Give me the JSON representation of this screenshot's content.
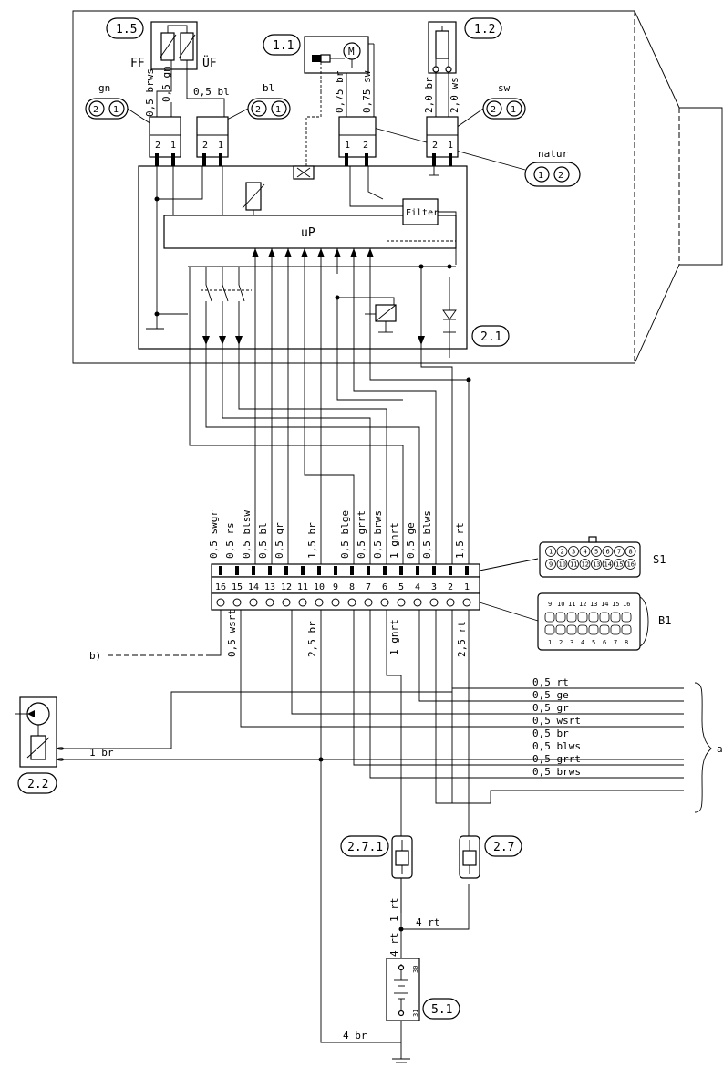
{
  "components": {
    "c1_5": "1.5",
    "c1_1": "1.1",
    "c1_2": "1.2",
    "c2_1": "2.1",
    "c2_2": "2.2",
    "c2_7_1": "2.7.1",
    "c2_7": "2.7",
    "c5_1": "5.1"
  },
  "labels": {
    "ff": "FF",
    "uf": "ÜF",
    "gn": "gn",
    "bl": "bl",
    "sw": "sw",
    "natur": "natur",
    "motor": "M",
    "filter": "Filter",
    "up": "uP",
    "s1": "S1",
    "b1": "B1",
    "a": "a",
    "b": "b)",
    "term30": "30",
    "term31": "31",
    "pin1": "1",
    "pin2": "2"
  },
  "upper_wires": {
    "w_05brws": "0,5 brws",
    "w_05gn": "0,5 gn",
    "w_05bl": "0,5 bl",
    "w_075br": "0,75 br",
    "w_075sw": "0,75 sw",
    "w_20br": "2,0 br",
    "w_20ws": "2,0 ws"
  },
  "connector_top_labels": [
    "0,5 swgr",
    "0,5 rs",
    "0,5 blsw",
    "0,5 bl",
    "0,5 gr",
    "",
    "1,5 br",
    "",
    "0,5 blge",
    "0,5 grrt",
    "0,5 brws",
    "1 gnrt",
    "0,5 ge",
    "0,5 blws",
    "",
    "1,5 rt"
  ],
  "connector_pins": [
    "16",
    "15",
    "14",
    "13",
    "12",
    "11",
    "10",
    "9",
    "8",
    "7",
    "6",
    "5",
    "4",
    "3",
    "2",
    "1"
  ],
  "lower_wires": {
    "w_05wsrt_v": "0,5 wsrt",
    "w_25br_v": "2,5 br",
    "w_1gnrt_v": "1 gnrt",
    "w_25rt_v": "2,5 rt",
    "w_1br": "1 br",
    "w_1rt": "1 rt",
    "w_4rt_h": "4 rt",
    "w_4rt_v": "4 rt",
    "w_4br": "4 br"
  },
  "bus_labels": [
    "0,5 rt",
    "0,5 ge",
    "0,5 gr",
    "0,5 wsrt",
    "0,5 br",
    "0,5 blws",
    "0,5 grrt",
    "0,5 brws"
  ],
  "pin_nums_small": [
    "1",
    "2",
    "3",
    "4",
    "5",
    "6",
    "7",
    "8",
    "9",
    "10",
    "11",
    "12",
    "13",
    "14",
    "15",
    "16"
  ]
}
